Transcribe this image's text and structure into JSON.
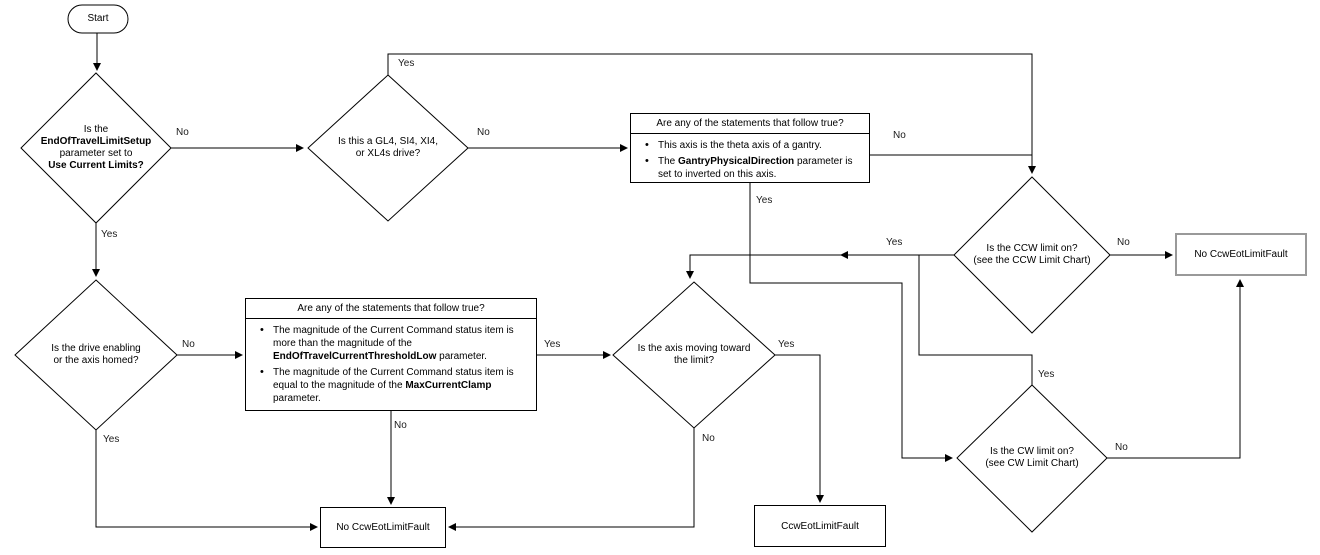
{
  "start": {
    "label": "Start"
  },
  "decisions": {
    "eot_setup": {
      "l1": "Is the",
      "l2": "EndOfTravelLimitSetup",
      "l3": "parameter set to",
      "l4": "Use Current Limits?"
    },
    "drive_type": {
      "l1": "Is this a GL4, SI4, XI4,",
      "l2": "or XL4s drive?"
    },
    "drive_enabling": {
      "l1": "Is the drive enabling",
      "l2": "or the axis homed?"
    },
    "axis_moving": {
      "l1": "Is the axis moving toward",
      "l2": "the limit?"
    },
    "ccw_limit": {
      "l1": "Is the CCW limit on?",
      "l2": "(see the CCW Limit Chart)"
    },
    "cw_limit": {
      "l1": "Is the CW limit on?",
      "l2": "(see CW Limit Chart)"
    }
  },
  "boxes": {
    "gantry": {
      "title": "Are any of the statements that follow true?",
      "b1": "This axis is the theta axis of a gantry.",
      "b2_pre": "The ",
      "b2_bold": "GantryPhysicalDirection",
      "b2_post": " parameter is set to inverted on this axis."
    },
    "current": {
      "title": "Are any of the statements that follow true?",
      "b1_pre": "The magnitude of the Current Command status item is more than the magnitude of the ",
      "b1_bold": "EndOfTravelCurrentThresholdLow",
      "b1_post": " parameter.",
      "b2_pre": "The magnitude of the Current Command status item is equal to the magnitude of the ",
      "b2_bold": "MaxCurrentClamp",
      "b2_post": " parameter."
    }
  },
  "results": {
    "no_fault_bottom": "No CcwEotLimitFault",
    "fault": "CcwEotLimitFault",
    "no_fault_right": "No CcwEotLimitFault"
  },
  "labels": {
    "d1_no": "No",
    "d1_yes": "Yes",
    "d2_yes": "Yes",
    "d2_no": "No",
    "r1_no": "No",
    "r1_yes": "Yes",
    "d5_yes": "Yes",
    "d5_no": "No",
    "cw_yes": "Yes",
    "d6_no": "No",
    "d3_no": "No",
    "d3_yes": "Yes",
    "r2_yes": "Yes",
    "r2_no": "No",
    "d4_yes": "Yes",
    "d4_no": "No"
  },
  "colors": {
    "line": "#000000",
    "result_border_gray": "#999999",
    "background": "#ffffff"
  }
}
